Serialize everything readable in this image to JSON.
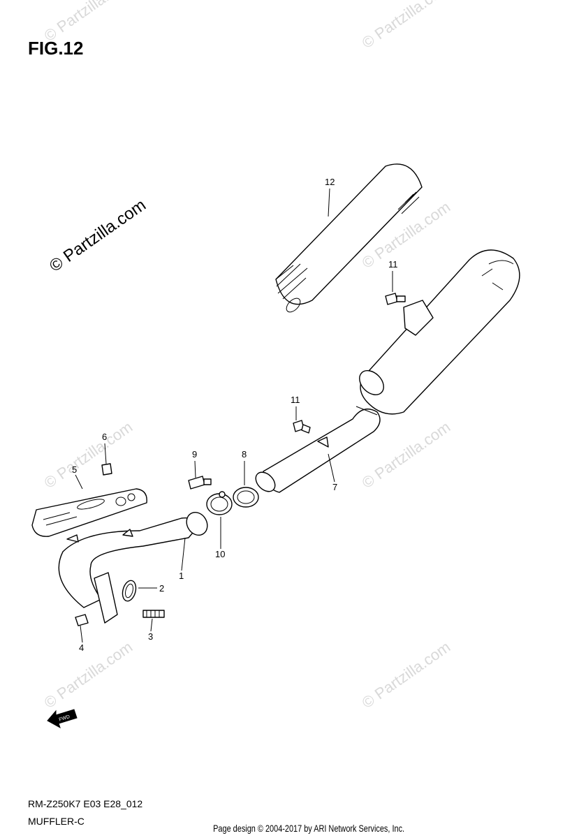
{
  "figure": {
    "title": "FIG.12",
    "diagram_code": "RM-Z250K7 E03 E28_012",
    "diagram_name": "MUFFLER-C",
    "copyright_footer": "Page design © 2004-2017 by ARI Network Services, Inc."
  },
  "watermark": {
    "text": "© Partzilla.com",
    "main_text": "© Partzilla.com"
  },
  "arrow": {
    "label": "FWD"
  },
  "callouts": [
    {
      "id": "1",
      "label": "1"
    },
    {
      "id": "2",
      "label": "2"
    },
    {
      "id": "3",
      "label": "3"
    },
    {
      "id": "4",
      "label": "4"
    },
    {
      "id": "5",
      "label": "5"
    },
    {
      "id": "6",
      "label": "6"
    },
    {
      "id": "7",
      "label": "7"
    },
    {
      "id": "8",
      "label": "8"
    },
    {
      "id": "9",
      "label": "9"
    },
    {
      "id": "10",
      "label": "10"
    },
    {
      "id": "11a",
      "label": "11"
    },
    {
      "id": "11b",
      "label": "11"
    },
    {
      "id": "12",
      "label": "12"
    }
  ]
}
